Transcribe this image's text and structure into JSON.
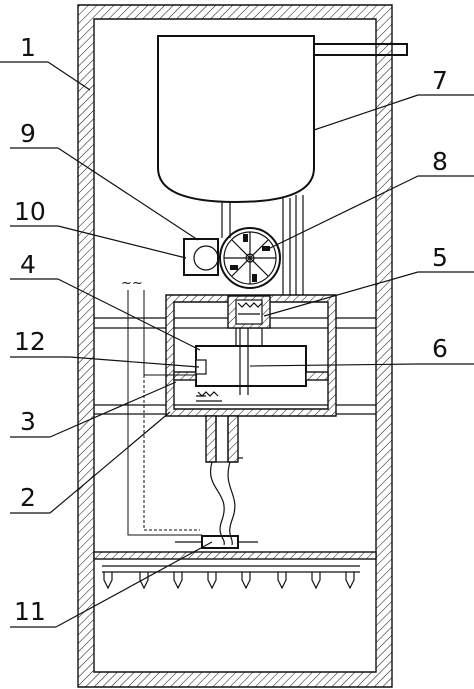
{
  "labels": {
    "l1": "1",
    "l2": "2",
    "l3": "3",
    "l4": "4",
    "l5": "5",
    "l6": "6",
    "l7": "7",
    "l8": "8",
    "l9": "9",
    "l10": "10",
    "l11": "11",
    "l12": "12"
  },
  "ac_symbol": "~~"
}
